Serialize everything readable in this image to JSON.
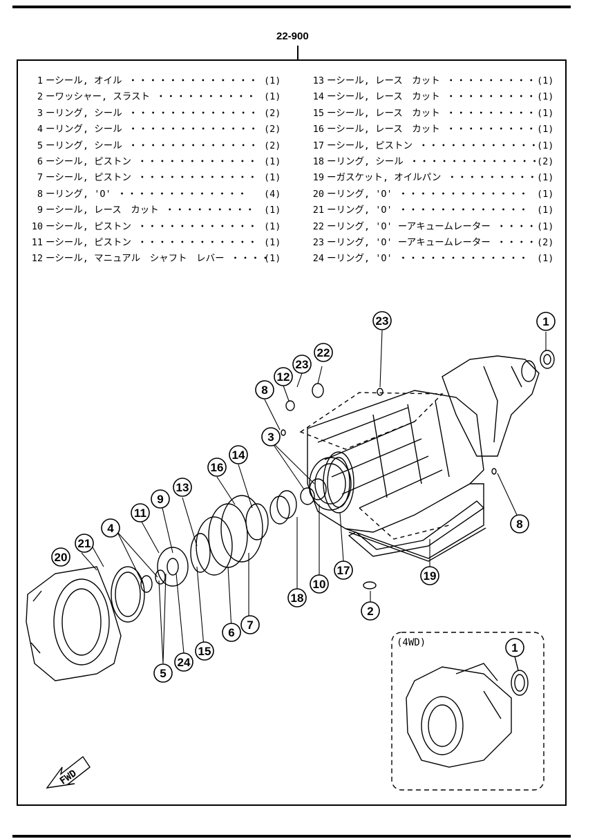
{
  "reference": "22-900",
  "parts": [
    {
      "no": "1",
      "name": "ーシール, オイル",
      "qty": "(1)"
    },
    {
      "no": "2",
      "name": "ーワッシャー, スラスト",
      "qty": "(1)"
    },
    {
      "no": "3",
      "name": "ーリング, シール",
      "qty": "(2)"
    },
    {
      "no": "4",
      "name": "ーリング, シール",
      "qty": "(2)"
    },
    {
      "no": "5",
      "name": "ーリング, シール",
      "qty": "(2)"
    },
    {
      "no": "6",
      "name": "ーシール, ピストン",
      "qty": "(1)"
    },
    {
      "no": "7",
      "name": "ーシール, ピストン",
      "qty": "(1)"
    },
    {
      "no": "8",
      "name": "ーリング, 'O'",
      "qty": "(4)"
    },
    {
      "no": "9",
      "name": "ーシール, レース　カット",
      "qty": "(1)"
    },
    {
      "no": "10",
      "name": "ーシール, ピストン",
      "qty": "(1)"
    },
    {
      "no": "11",
      "name": "ーシール, ピストン",
      "qty": "(1)"
    },
    {
      "no": "12",
      "name": "ーシール, マニュアル　シャフト　レバー",
      "qty": "(1)"
    },
    {
      "no": "13",
      "name": "ーシール, レース　カット",
      "qty": "(1)"
    },
    {
      "no": "14",
      "name": "ーシール, レース　カット",
      "qty": "(1)"
    },
    {
      "no": "15",
      "name": "ーシール, レース　カット",
      "qty": "(1)"
    },
    {
      "no": "16",
      "name": "ーシール, レース　カット",
      "qty": "(1)"
    },
    {
      "no": "17",
      "name": "ーシール, ピストン",
      "qty": "(1)"
    },
    {
      "no": "18",
      "name": "ーリング, シール",
      "qty": "(2)"
    },
    {
      "no": "19",
      "name": "ーガスケット, オイルパン",
      "qty": "(1)"
    },
    {
      "no": "20",
      "name": "ーリング, 'O'",
      "qty": "(1)"
    },
    {
      "no": "21",
      "name": "ーリング, 'O'",
      "qty": "(1)"
    },
    {
      "no": "22",
      "name": "ーリング, 'O' ーアキュームレーター",
      "qty": "(1)"
    },
    {
      "no": "23",
      "name": "ーリング, 'O' ーアキュームレーター",
      "qty": "(2)"
    },
    {
      "no": "24",
      "name": "ーリング, 'O'",
      "qty": "(1)"
    }
  ],
  "callouts": [
    "1",
    "2",
    "3",
    "4",
    "5",
    "6",
    "7",
    "8",
    "9",
    "10",
    "11",
    "12",
    "13",
    "14",
    "15",
    "16",
    "17",
    "18",
    "19",
    "20",
    "21",
    "22",
    "23",
    "24"
  ],
  "variant_label": "(4WD)",
  "direction_label": "FWD",
  "colors": {
    "ink": "#000000",
    "paper": "#ffffff"
  }
}
